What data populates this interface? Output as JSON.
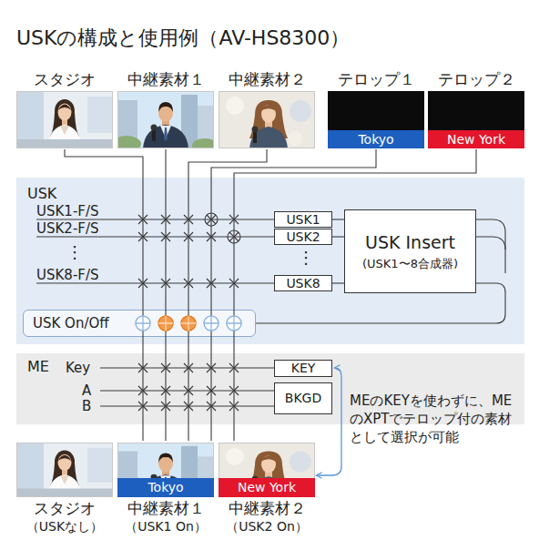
{
  "diagram": {
    "title": "USKの構成と使用例（AV-HS8300）",
    "nodes": [
      {
        "text": [
          "スタジオ"
        ]
      },
      {
        "text": [
          "中継素材１"
        ]
      },
      {
        "text": [
          "中継素材２"
        ]
      },
      {
        "text": [
          "テロップ１",
          "Tokyo"
        ]
      },
      {
        "text": [
          "テロップ２",
          "New York"
        ]
      },
      {
        "text": [
          "USK"
        ]
      },
      {
        "text": [
          "USK1"
        ],
        "in": 5
      },
      {
        "text": [
          "USK2"
        ],
        "in": 5
      },
      {
        "text": [
          "USK Insert",
          "(USK1〜8合成器)"
        ],
        "in": 5
      },
      {
        "text": [
          "USK8"
        ],
        "in": 5
      },
      {
        "text": [
          "USK On/Off"
        ],
        "in": 5
      },
      {
        "text": [
          "ME"
        ]
      },
      {
        "text": [
          "KEY"
        ],
        "in": 11
      },
      {
        "text": [
          "BKGD"
        ],
        "in": 11
      },
      {
        "text": [
          "スタジオ",
          "（USKなし）"
        ]
      },
      {
        "text": [
          "Tokyo",
          "中継素材１",
          "（USK1 On）"
        ]
      },
      {
        "text": [
          "New York",
          "中継素材２",
          "（USK2 On）"
        ]
      }
    ],
    "edges": [
      {
        "from": 6,
        "to": 8,
        "arrow": "none"
      },
      {
        "from": 7,
        "to": 8,
        "arrow": "none"
      },
      {
        "from": 9,
        "to": 8,
        "arrow": "none"
      },
      {
        "from": 8,
        "to": 10,
        "arrow": "none"
      }
    ],
    "labels": [
      "USK1-F/S",
      "USK2-F/S",
      "⋮",
      "USK8-F/S",
      "⋮",
      "Key",
      "A",
      "B",
      "MEのKEYを使わずに、MEのXPTでテロップ付の素材として選択が可能"
    ]
  }
}
